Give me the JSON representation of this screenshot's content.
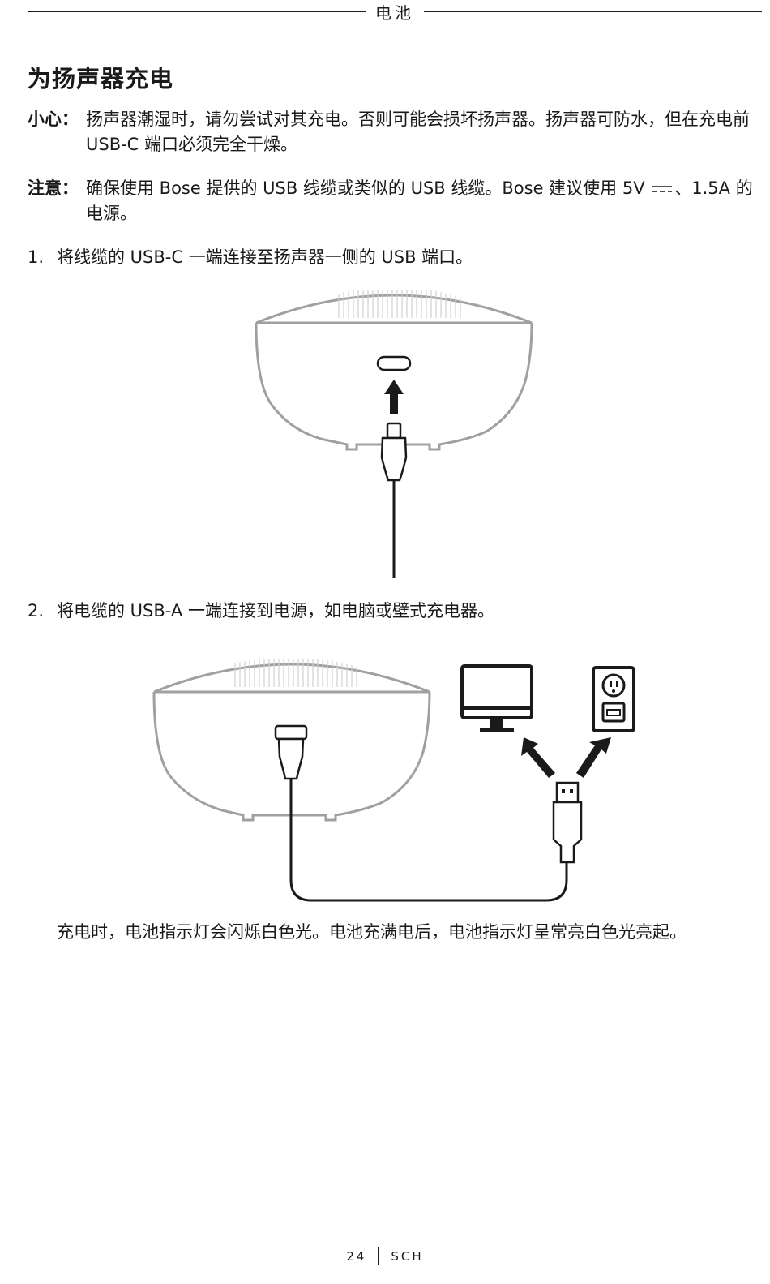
{
  "header": {
    "section": "电池"
  },
  "title": "为扬声器充电",
  "caution": {
    "label": "小心：",
    "text": "扬声器潮湿时，请勿尝试对其充电。否则可能会损坏扬声器。扬声器可防水，但在充电前 USB-C 端口必须完全干燥。"
  },
  "notice": {
    "label": "注意：",
    "text_before": "确保使用 Bose 提供的 USB 线缆或类似的 USB 线缆。Bose 建议使用 5V ",
    "text_after": "、1.5A 的电源。"
  },
  "steps": [
    {
      "number": "1.",
      "text": "将线缆的 USB-C 一端连接至扬声器一侧的 USB 端口。"
    },
    {
      "number": "2.",
      "text": "将电缆的 USB-A 一端连接到电源，如电脑或壁式充电器。"
    }
  ],
  "result": "充电时，电池指示灯会闪烁白色光。电池充满电后，电池指示灯呈常亮白色光亮起。",
  "footer": {
    "page": "24",
    "lang": "SCH"
  },
  "icons": {
    "speaker": "speaker-illustration-icon",
    "usb_c_plug": "usb-c-plug-icon",
    "usb_a_plug": "usb-a-plug-icon",
    "monitor": "computer-monitor-icon",
    "wall_outlet": "wall-outlet-icon",
    "arrow": "arrow-up-icon",
    "dc": "dc-symbol-icon"
  },
  "colors": {
    "text": "#1a1a1a",
    "speaker_outline": "#a0a0a0"
  }
}
